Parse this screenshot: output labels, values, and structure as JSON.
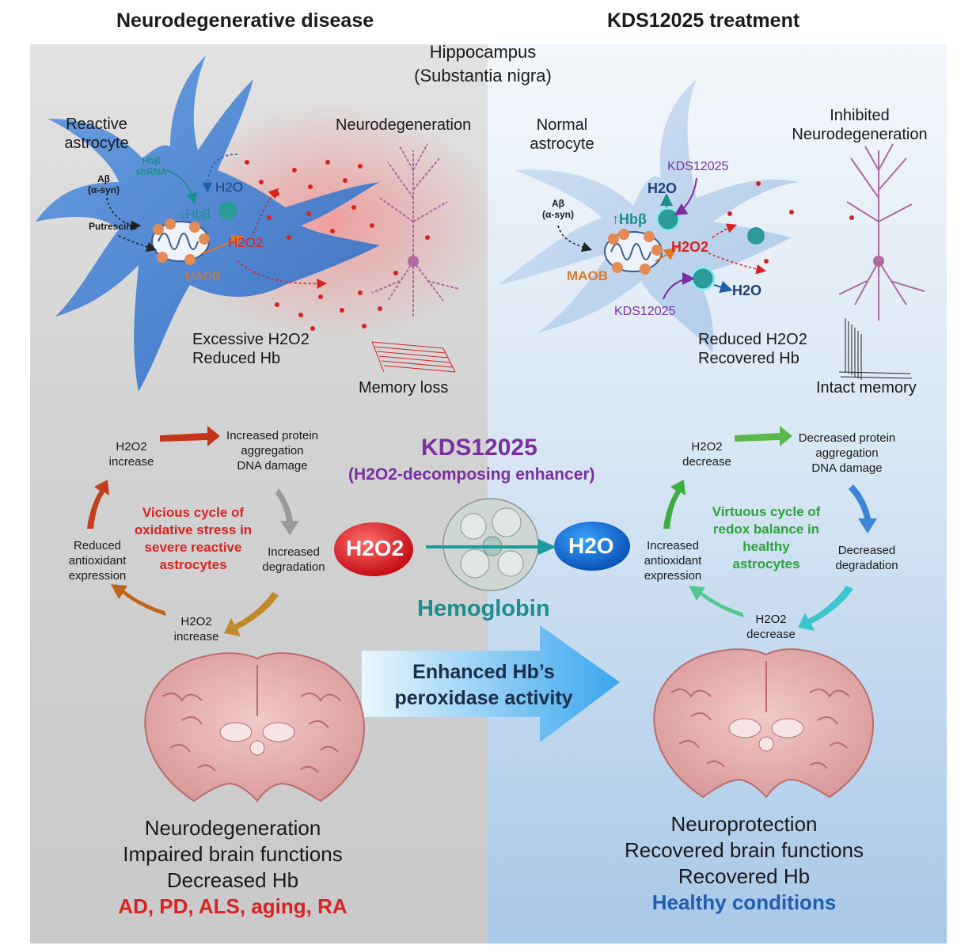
{
  "titles": {
    "left": "Neurodegenerative disease",
    "right": "KDS12025 treatment",
    "region_line1": "Hippocampus",
    "region_line2": "(Substantia nigra)"
  },
  "left_top": {
    "reactive_1": "Reactive",
    "reactive_2": "astrocyte",
    "abeta": "Aβ",
    "asyn": "(α-syn)",
    "hbb_shrna_1": "Hbβ",
    "hbb_shrna_2": "shRNA",
    "h2o": "H2O",
    "hbb": "↓Hbβ",
    "putrescine": "Putrescine",
    "h2o2": "H2O2",
    "maob": "MAOB",
    "neurodegeneration": "Neurodegeneration",
    "excessive": "Excessive H2O2",
    "reduced_hb": "Reduced Hb",
    "memory": "Memory loss"
  },
  "right_top": {
    "normal_1": "Normal",
    "normal_2": "astrocyte",
    "kds_top": "KDS12025",
    "h2o_top": "H2O",
    "abeta": "Aβ",
    "asyn": "(α-syn)",
    "hbb": "↑Hbβ",
    "h2o2": "H2O2",
    "maob": "MAOB",
    "h2o_right": "H2O",
    "kds_bottom": "KDS12025",
    "inhibited_1": "Inhibited",
    "inhibited_2": "Neurodegeneration",
    "reduced_h2o2": "Reduced H2O2",
    "recovered_hb": "Recovered Hb",
    "memory": "Intact memory"
  },
  "left_cycle": {
    "top_left_1": "H2O2",
    "top_left_2": "increase",
    "top_right_1": "Increased protein",
    "top_right_2": "aggregation",
    "top_right_3": "DNA damage",
    "right_1": "Increased",
    "right_2": "degradation",
    "bottom_1": "H2O2",
    "bottom_2": "increase",
    "left_1": "Reduced",
    "left_2": "antioxidant",
    "left_3": "expression",
    "center_1": "Vicious cycle of",
    "center_2": "oxidative stress in",
    "center_3": "severe reactive",
    "center_4": "astrocytes"
  },
  "right_cycle": {
    "top_left_1": "H2O2",
    "top_left_2": "decrease",
    "top_right_1": "Decreased protein",
    "top_right_2": "aggregation",
    "top_right_3": "DNA damage",
    "right_1": "Decreased",
    "right_2": "degradation",
    "bottom_1": "H2O2",
    "bottom_2": "decrease",
    "left_1": "Increased",
    "left_2": "antioxidant",
    "left_3": "expression",
    "center_1": "Virtuous cycle of",
    "center_2": "redox balance in",
    "center_3": "healthy",
    "center_4": "astrocytes"
  },
  "center": {
    "kds": "KDS12025",
    "kds_sub": "(H2O2-decomposing enhancer)",
    "h2o2": "H2O2",
    "h2o": "H2O",
    "hemoglobin": "Hemoglobin",
    "arrow_1": "Enhanced Hb’s",
    "arrow_2": "peroxidase activity"
  },
  "left_bottom": {
    "line1": "Neurodegeneration",
    "line2": "Impaired brain functions",
    "line3": "Decreased Hb",
    "line4": "AD, PD, ALS, aging, RA"
  },
  "right_bottom": {
    "line1": "Neuroprotection",
    "line2": "Recovered brain functions",
    "line3": "Recovered Hb",
    "line4": "Healthy conditions"
  },
  "colors": {
    "disease_red": "#d92323",
    "healthy_blue": "#1f5fae",
    "kds_purple": "#7a2fa0",
    "hemoglobin_teal": "#1d8d8d",
    "virtuous_green": "#2ca33a",
    "maob_orange": "#e0782a"
  }
}
